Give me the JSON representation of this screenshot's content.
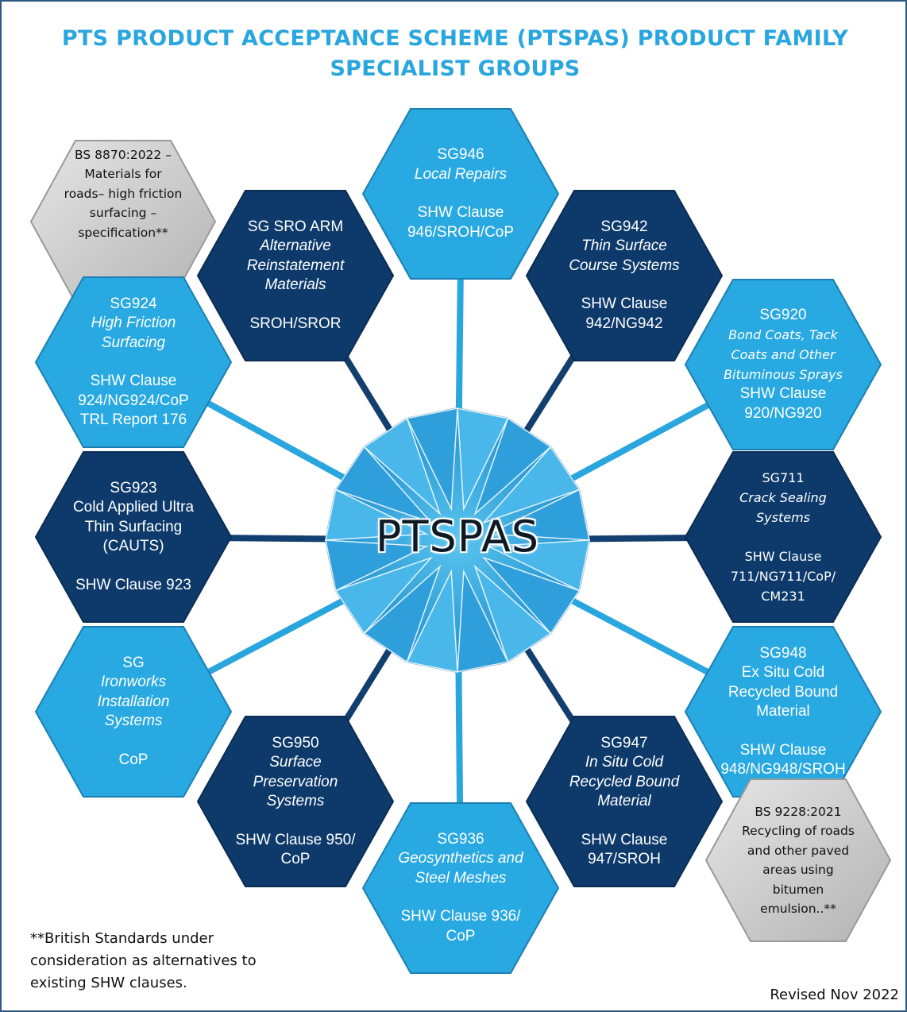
{
  "title": {
    "line1": "PTS PRODUCT ACCEPTANCE SCHEME (PTSPAS) PRODUCT FAMILY",
    "line2": "SPECIALIST GROUPS"
  },
  "colors": {
    "title": "#2aa6df",
    "light_hex": "#29a9e1",
    "dark_hex": "#0d3a6b",
    "grey_hex": "#c7c7c7",
    "light_spoke": "#2aa6df",
    "dark_spoke": "#123f6e"
  },
  "hub": {
    "label": "PTSPAS"
  },
  "groups": [
    {
      "code": "SG946",
      "name": "Local Repairs",
      "ref": "SHW Clause\n946/SROH/CoP"
    },
    {
      "code": "SG942",
      "name": "Thin Surface\nCourse Systems",
      "ref": "SHW Clause\n942/NG942"
    },
    {
      "code": "SG920",
      "name": "Bond Coats, Tack\nCoats and Other\nBituminous Sprays",
      "ref": "SHW Clause\n920/NG920"
    },
    {
      "code": "SG711",
      "name": "Crack Sealing\nSystems",
      "ref": "SHW Clause\n711/NG711/CoP/\nCM231"
    },
    {
      "code": "SG948",
      "name": "Ex Situ Cold\nRecycled Bound\nMaterial",
      "ref": "SHW Clause\n948/NG948/SROH"
    },
    {
      "code": "SG947",
      "name": "In Situ Cold\nRecycled Bound\nMaterial",
      "ref": "SHW Clause\n947/SROH"
    },
    {
      "code": "SG936",
      "name": "Geosynthetics and\nSteel Meshes",
      "ref": "SHW Clause 936/\nCoP"
    },
    {
      "code": "SG950",
      "name": "Surface\nPreservation\nSystems",
      "ref": "SHW Clause 950/\nCoP"
    },
    {
      "code": "SG",
      "name": "Ironworks\nInstallation\nSystems",
      "ref": "CoP"
    },
    {
      "code": "SG923",
      "name": "Cold Applied Ultra\nThin Surfacing\n(CAUTS)",
      "ref": "SHW Clause 923"
    },
    {
      "code": "SG924",
      "name": "High Friction\nSurfacing",
      "ref": "SHW Clause\n924/NG924/CoP\nTRL Report 176"
    },
    {
      "code": "SG SRO ARM",
      "name": "Alternative\nReinstatement\nMaterials",
      "ref": "SROH/SROR"
    }
  ],
  "british_standards": [
    {
      "text": "BS 8870:2022 –\nMaterials for\nroads– high friction\nsurfacing –\nspecification**"
    },
    {
      "text": "BS 9228:2021\nRecycling of roads\nand other paved\nareas using\nbitumen\nemulsion..**"
    }
  ],
  "footnote": "**British Standards under\nconsideration as alternatives to\nexisting SHW clauses.",
  "revised": "Revised Nov 2022"
}
